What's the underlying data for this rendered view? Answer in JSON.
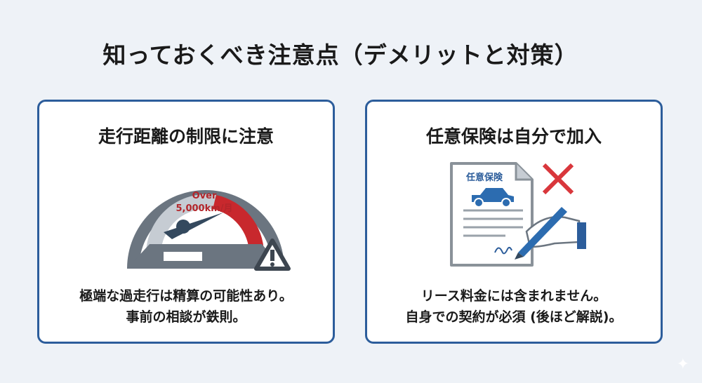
{
  "title": "知っておくべき注意点（デメリットと対策）",
  "cards": [
    {
      "heading": "走行距離の制限に注意",
      "gauge_label_line1": "Over",
      "gauge_label_line2": "5,000km/月",
      "description": [
        "極端な過走行は精算の可能性あり。",
        "事前の相談が鉄則。"
      ],
      "icon": "speedometer-warning-icon"
    },
    {
      "heading": "任意保険は自分で加入",
      "document_label": "任意保険",
      "description": [
        "リース料金には含まれません。",
        "自身での契約が必須 (後ほど解説)。"
      ],
      "icon": "insurance-document-sign-icon"
    }
  ],
  "colors": {
    "accent": "#2c5d9b",
    "danger": "#c8282d",
    "gauge": "#6b7580"
  }
}
